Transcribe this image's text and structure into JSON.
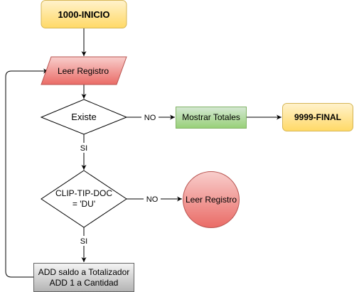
{
  "diagram": {
    "nodes": {
      "start": {
        "label": "1000-INICIO",
        "shape": "rounded-rect",
        "fill": "#fff2cc",
        "stroke": "#d6b656",
        "gradient_to": "#ffd966"
      },
      "read_record": {
        "label": "Leer Registro",
        "shape": "parallelogram",
        "fill": "#f8cecc",
        "stroke": "#b85450",
        "gradient_to": "#ea6b66"
      },
      "exists": {
        "label": "Existe",
        "shape": "diamond",
        "fill": "#ffffff",
        "stroke": "#000000"
      },
      "show_totals": {
        "label": "Mostrar Totales",
        "shape": "rect",
        "fill": "#d5e8d4",
        "stroke": "#82b366",
        "gradient_to": "#97d077"
      },
      "end": {
        "label": "9999-FINAL",
        "shape": "rounded-rect",
        "fill": "#fff2cc",
        "stroke": "#d6b656",
        "gradient_to": "#ffd966"
      },
      "check_type": {
        "label_lines": [
          "CLIP-TIP-DOC",
          "= 'DU'"
        ],
        "shape": "diamond",
        "fill": "#ffffff",
        "stroke": "#000000"
      },
      "read_record_circle": {
        "label": "Leer Registro",
        "shape": "circle",
        "fill": "#f8cecc",
        "stroke": "#b85450",
        "gradient_to": "#ea6b66"
      },
      "accumulate": {
        "label_lines": [
          "ADD saldo a Totalizador",
          "ADD 1 a Cantidad"
        ],
        "shape": "rect",
        "fill": "#f5f5f5",
        "stroke": "#666666",
        "gradient_to": "#b3b3b3"
      }
    },
    "edges": {
      "exists_no": {
        "label": "NO"
      },
      "exists_yes": {
        "label": "SI"
      },
      "check_no": {
        "label": "NO"
      },
      "check_yes": {
        "label": "SI"
      }
    }
  }
}
